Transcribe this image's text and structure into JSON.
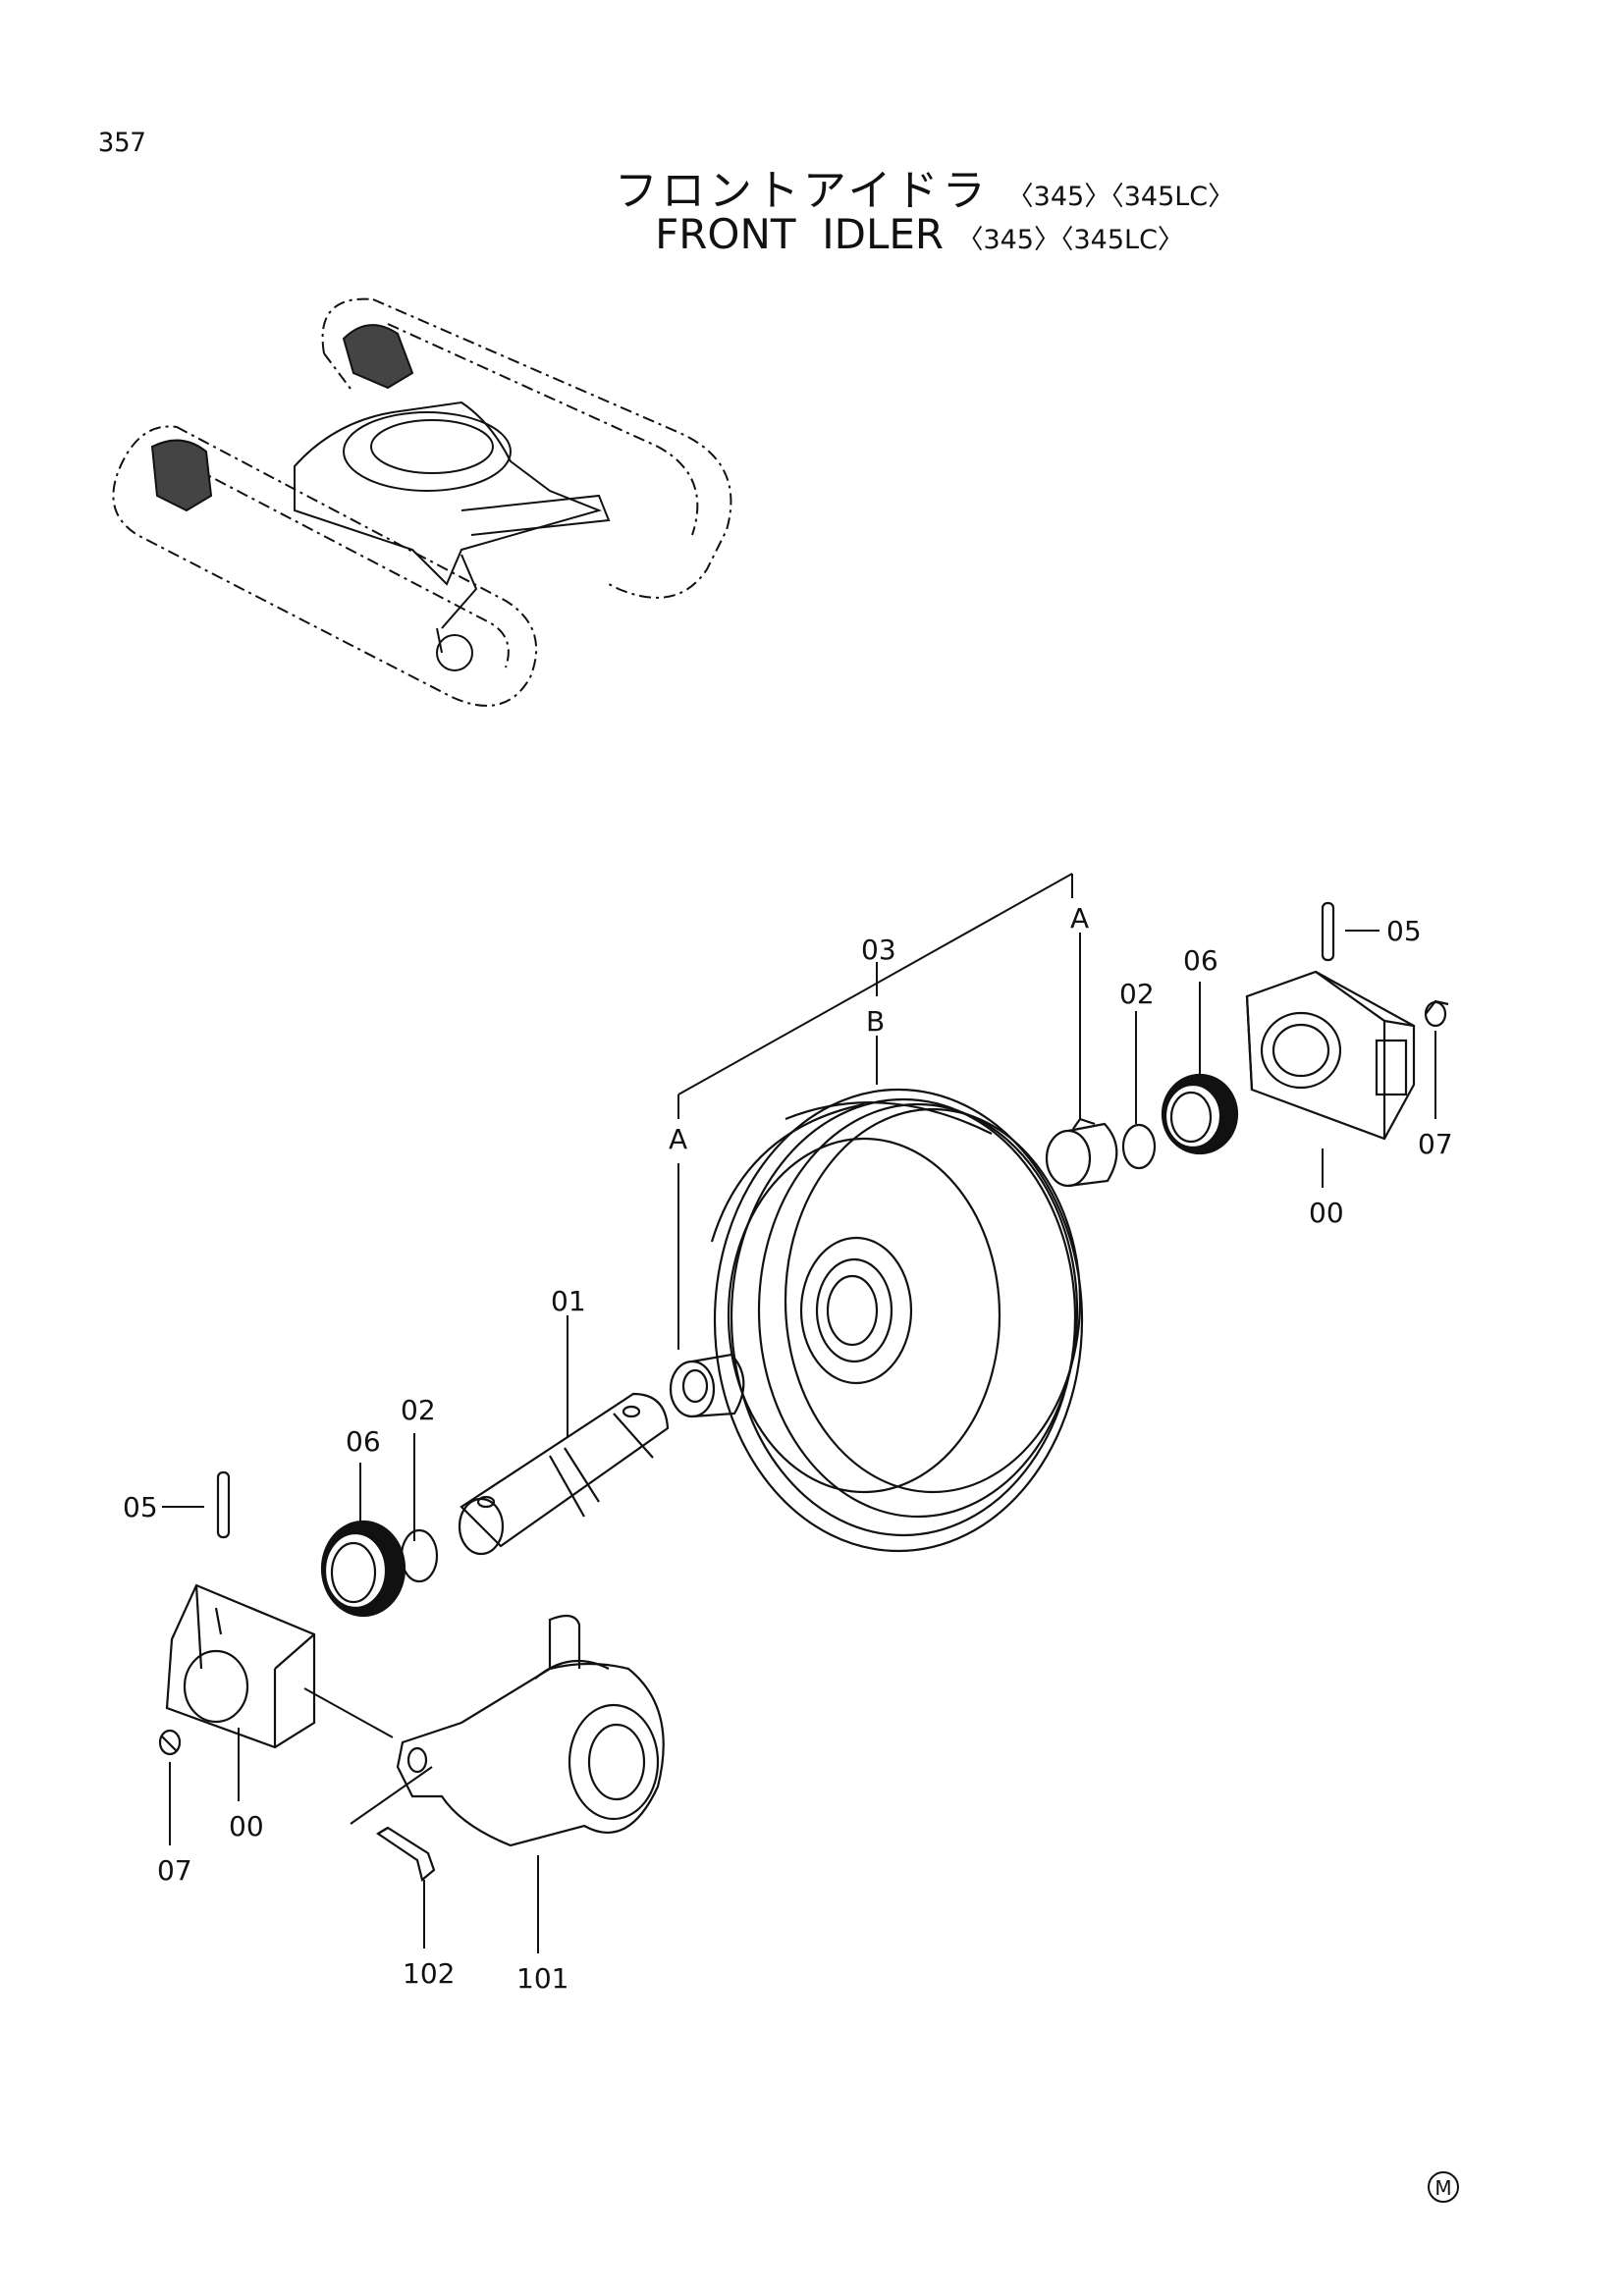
{
  "page_number": "357",
  "title_jp": "フロントアイドラ",
  "title_jp_models": "〈345〉〈345LC〉",
  "title_en": "FRONT  IDLER",
  "title_en_models": "〈345〉〈345LC〉",
  "callouts": {
    "c03": "03",
    "cB": "B",
    "cA_top": "A",
    "cA_left": "A",
    "c02_top": "02",
    "c06_top": "06",
    "c05_top": "05",
    "c07_right": "07",
    "c00_right": "00",
    "c01": "01",
    "c06_left": "06",
    "c02_left": "02",
    "c05_left": "05",
    "c00_left": "00",
    "c07_left": "07",
    "c102": "102",
    "c101": "101"
  },
  "mark": "M"
}
